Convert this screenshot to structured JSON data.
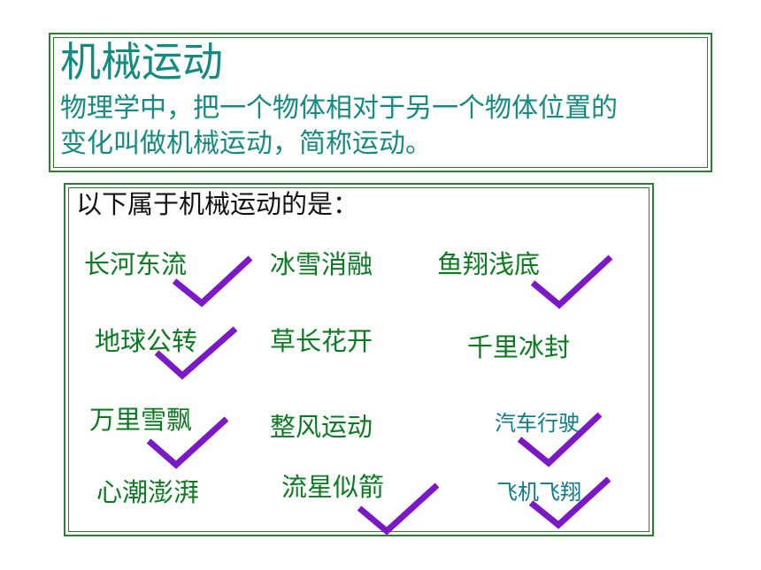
{
  "definition": {
    "title": "机械运动",
    "line1": "物理学中，把一个物体相对于另一个物体位置的",
    "line2": "变化叫做机械运动，简称运动。"
  },
  "question": {
    "prompt": "以下属于机械运动的是：",
    "items": [
      {
        "label": "长河东流",
        "checked": true
      },
      {
        "label": "冰雪消融",
        "checked": false
      },
      {
        "label": "鱼翔浅底",
        "checked": true
      },
      {
        "label": "地球公转",
        "checked": true
      },
      {
        "label": "草长花开",
        "checked": false
      },
      {
        "label": "千里冰封",
        "checked": false
      },
      {
        "label": "万里雪飘",
        "checked": true
      },
      {
        "label": "整风运动",
        "checked": false
      },
      {
        "label": "汽车行驶",
        "checked": true
      },
      {
        "label": "心潮澎湃",
        "checked": false
      },
      {
        "label": "流星似箭",
        "checked": true
      },
      {
        "label": "飞机飞翔",
        "checked": true
      }
    ]
  },
  "colors": {
    "title": "#148a80",
    "border": "#2e7d32",
    "item_text": "#0b7a22",
    "check_mark": "#7b18c8"
  }
}
